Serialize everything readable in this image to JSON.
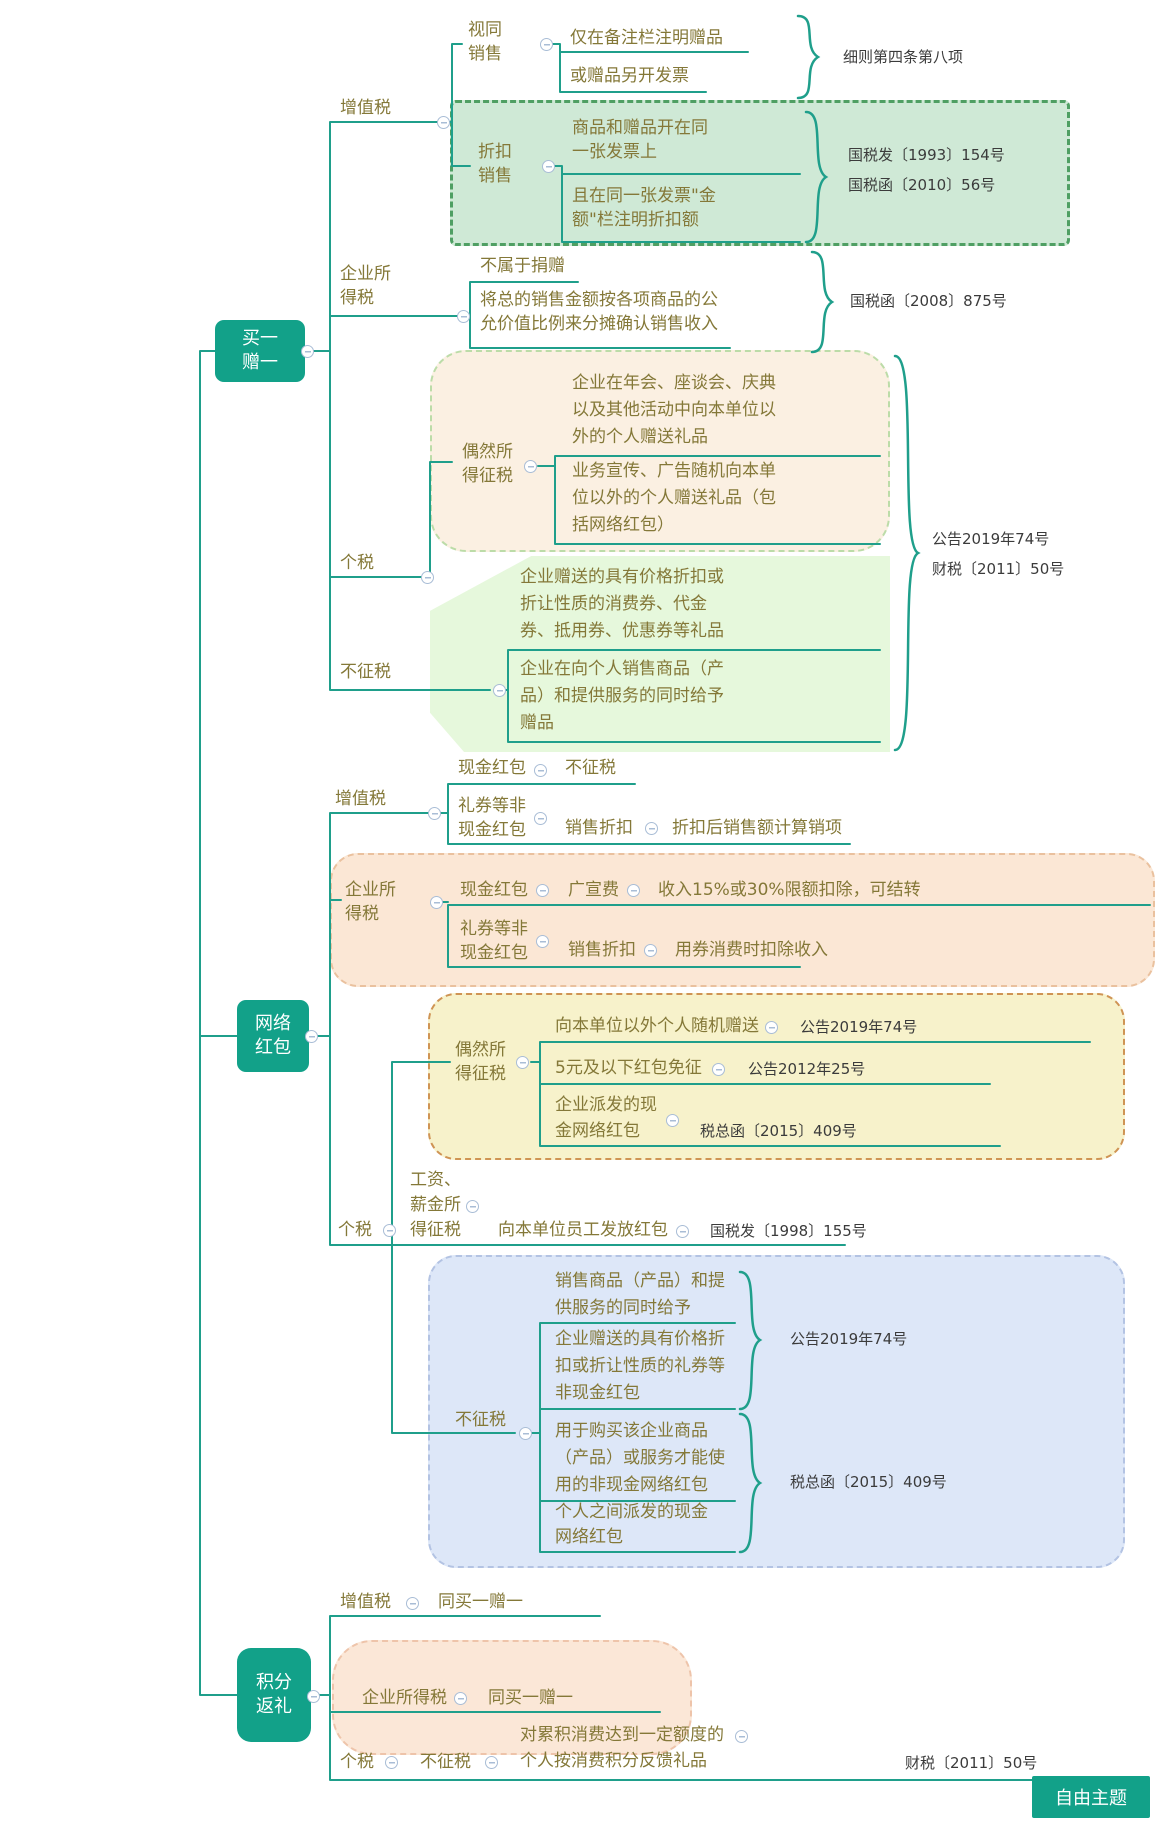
{
  "free_topic": "自由主题",
  "colors": {
    "node_green": "#12a189",
    "line_teal": "#1f9f8b",
    "topic_olive": "#847838"
  },
  "buy_one_get_one": {
    "label": "买一赠一",
    "vat": {
      "label": "增值税",
      "deemed_sale": {
        "label": "视同销售",
        "item1": "仅在备注栏注明赠品",
        "item2": "或赠品另开发票",
        "ref": "细则第四条第八项"
      },
      "discount_sale": {
        "label": "折扣销售",
        "item1": "商品和赠品开在同一张发票上",
        "item2": "且在同一张发票\"金额\"栏注明折扣额",
        "ref1": "国税发〔1993〕154号",
        "ref2": "国税函〔2010〕56号"
      }
    },
    "cit": {
      "label": "企业所得税",
      "item1": "不属于捐赠",
      "item2": "将总的销售金额按各项商品的公允价值比例来分摊确认销售收入",
      "ref": "国税函〔2008〕875号"
    },
    "iit": {
      "label": "个税",
      "incidental": {
        "label": "偶然所得征税",
        "item1": "企业在年会、座谈会、庆典以及其他活动中向本单位以外的个人赠送礼品",
        "item2": "业务宣传、广告随机向本单位以外的个人赠送礼品（包括网络红包）"
      },
      "non_taxable": {
        "label": "不征税",
        "item1": "企业赠送的具有价格折扣或折让性质的消费券、代金券、抵用券、优惠券等礼品",
        "item2": "企业在向个人销售商品（产品）和提供服务的同时给予赠品"
      },
      "ref1": "公告2019年74号",
      "ref2": "财税〔2011〕50号"
    }
  },
  "red_packet": {
    "label": "网络红包",
    "vat": {
      "label": "增值税",
      "row1": {
        "item": "现金红包",
        "result": "不征税"
      },
      "row2": {
        "item": "礼券等非现金红包",
        "mid": "销售折扣",
        "result": "折扣后销售额计算销项"
      }
    },
    "cit": {
      "label": "企业所得税",
      "row1": {
        "item": "现金红包",
        "mid": "广宣费",
        "result": "收入15%或30%限额扣除，可结转"
      },
      "row2": {
        "item": "礼券等非现金红包",
        "mid": "销售折扣",
        "result": "用券消费时扣除收入"
      }
    },
    "iit": {
      "label": "个税",
      "incidental": {
        "label": "偶然所得征税",
        "row1": {
          "item": "向本单位以外个人随机赠送",
          "ref": "公告2019年74号"
        },
        "row2": {
          "item": "5元及以下红包免征",
          "ref": "公告2012年25号"
        },
        "row3": {
          "item": "企业派发的现金网络红包",
          "ref": "税总函〔2015〕409号"
        }
      },
      "salary": {
        "label": "工资、薪金所得征税",
        "item": "向本单位员工发放红包",
        "ref": "国税发〔1998〕155号"
      },
      "non_taxable": {
        "label": "不征税",
        "item1": "销售商品（产品）和提供服务的同时给予",
        "item2": "企业赠送的具有价格折扣或折让性质的礼券等非现金红包",
        "ref1": "公告2019年74号",
        "item3": "用于购买该企业商品（产品）或服务才能使用的非现金网络红包",
        "item4": "个人之间派发的现金网络红包",
        "ref2": "税总函〔2015〕409号"
      }
    }
  },
  "points_reward": {
    "label": "积分返礼",
    "vat": {
      "label": "增值税",
      "item": "同买一赠一"
    },
    "cit": {
      "label": "企业所得税",
      "item": "同买一赠一"
    },
    "iit": {
      "label": "个税",
      "mid": "不征税",
      "item": "对累积消费达到一定额度的个人按消费积分反馈礼品",
      "ref": "财税〔2011〕50号"
    }
  }
}
